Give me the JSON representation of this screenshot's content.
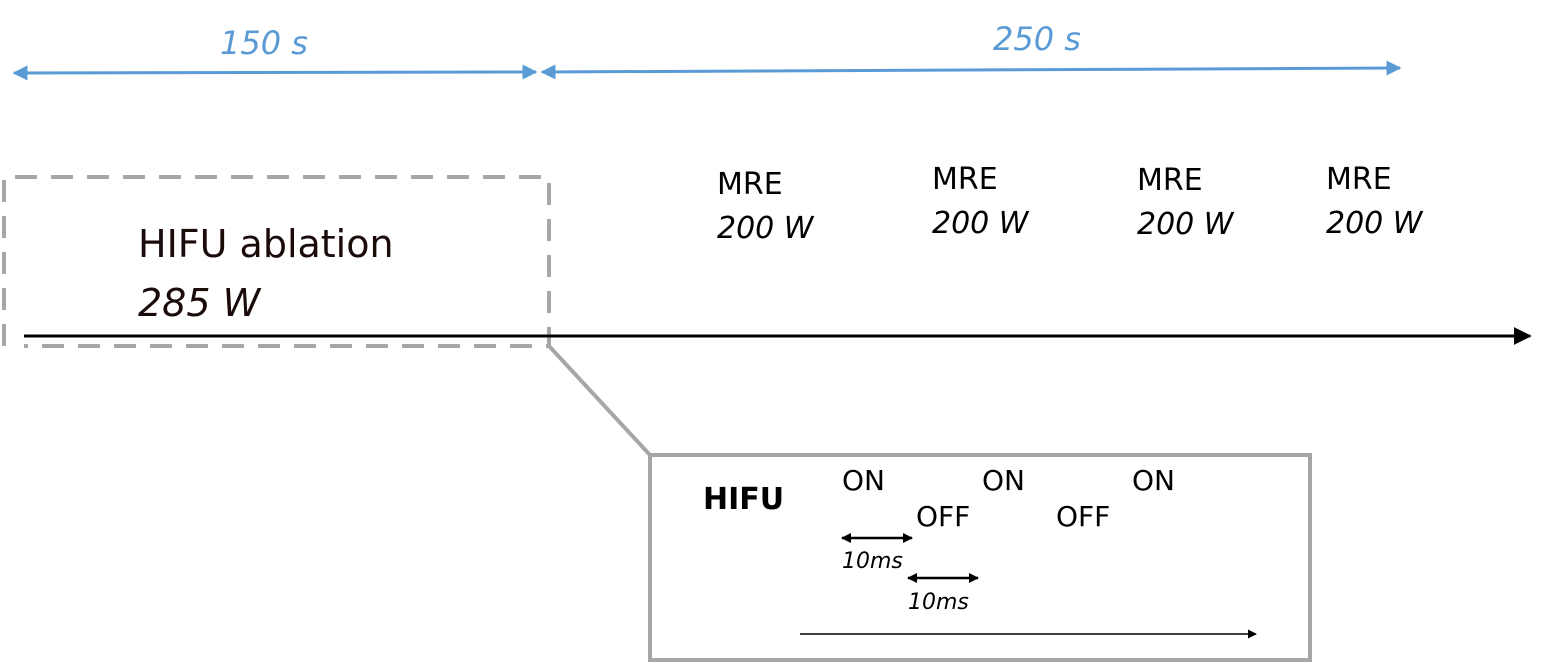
{
  "durations": {
    "phase1": "150 s",
    "phase2": "250 s"
  },
  "ablation": {
    "title": "HIFU ablation",
    "power": "285 W"
  },
  "mre_blocks": [
    {
      "label": "MRE",
      "power": "200 W"
    },
    {
      "label": "MRE",
      "power": "200 W"
    },
    {
      "label": "MRE",
      "power": "200 W"
    },
    {
      "label": "MRE",
      "power": "200 W"
    }
  ],
  "inset": {
    "title": "HIFU",
    "on_labels": [
      "ON",
      "ON",
      "ON"
    ],
    "off_labels": [
      "OFF",
      "OFF"
    ],
    "interval_1": "10ms",
    "interval_2": "10ms"
  },
  "colors": {
    "duration_arrow": "#5b9bd5",
    "dashed_box": "#a6a6a6",
    "inset_border": "#a6a6a6",
    "timeline": "#000000"
  }
}
